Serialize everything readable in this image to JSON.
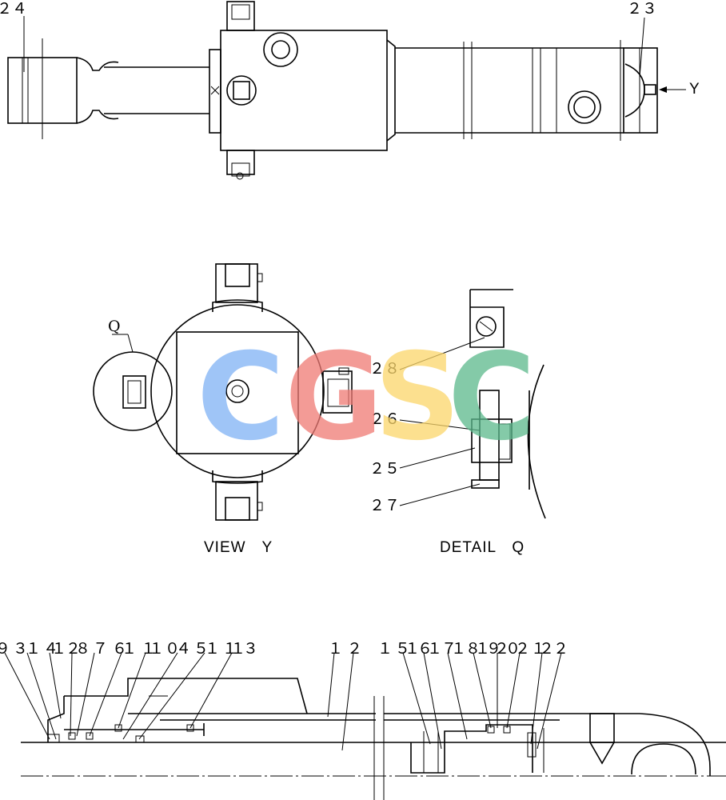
{
  "top_view": {
    "part_labels": [
      "２４",
      "２３"
    ],
    "view_arrow_label": "Y"
  },
  "view_y": {
    "caption": "VIEW　Y",
    "detail_marker": "Q"
  },
  "detail_q": {
    "caption": "DETAIL　Q",
    "part_labels": [
      "２８",
      "２６",
      "２５",
      "２７"
    ]
  },
  "section_view": {
    "part_labels": [
      "９",
      "３",
      "１",
      "４",
      "１",
      "２",
      "８",
      "７",
      "６",
      "１",
      "１",
      "１",
      "０",
      "４",
      "５",
      "１",
      "１",
      "１",
      "３",
      "１",
      "２",
      "１",
      "５",
      "１",
      "６",
      "１",
      "７",
      "１",
      "８",
      "１",
      "９",
      "２",
      "０",
      "２",
      "１",
      "２",
      "２"
    ]
  },
  "watermark": {
    "letters": [
      "C",
      "G",
      "S",
      "C"
    ],
    "colors": [
      "#7fb2f5",
      "#f07a74",
      "#fbd66a",
      "#5bb98c"
    ]
  }
}
